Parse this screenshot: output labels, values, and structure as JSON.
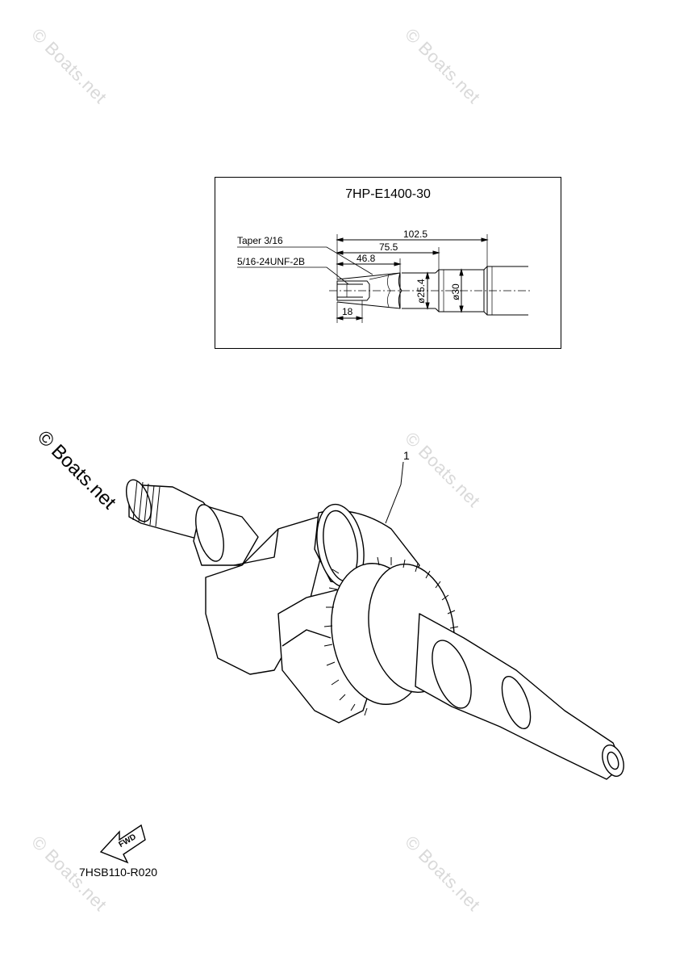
{
  "watermarks": {
    "text": "© Boats.net",
    "main_text": "© Boats.net"
  },
  "detail": {
    "title": "7HP-E1400-30",
    "taper_label": "Taper 3/16",
    "thread_label": "5/16-24UNF-2B",
    "dim_102_5": "102.5",
    "dim_75_5": "75.5",
    "dim_46_8": "46.8",
    "dim_18": "18",
    "dia_25_4": "ø25.4",
    "dia_30": "ø30"
  },
  "diagram": {
    "callout_number": "1",
    "fwd_label": "FWD",
    "ref_code": "7HSB110-R020"
  }
}
